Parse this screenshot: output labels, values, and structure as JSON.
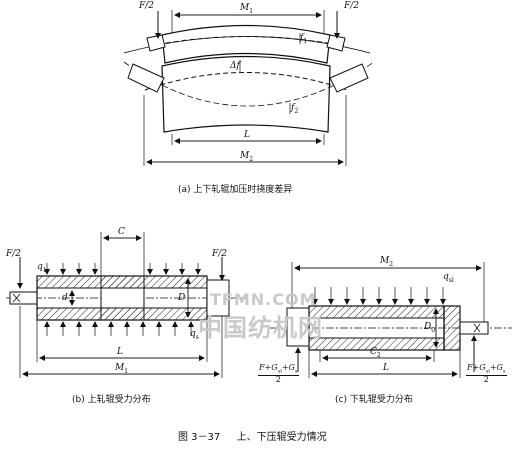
{
  "figure": {
    "number": "图 3－37",
    "title": "上、下压辊受力情况"
  },
  "panel_a": {
    "caption": "(a) 上下轧辊加压时挠度差异",
    "labels": {
      "force_left": "F/2",
      "force_right": "F/2",
      "m1": "M",
      "m1_sub": "1",
      "l": "L",
      "m2": "M",
      "m2_sub": "2",
      "f1": "f",
      "f1_sub": "1",
      "delta_f": "Δf",
      "f2": "f",
      "f2_sub": "2"
    }
  },
  "panel_b": {
    "caption": "(b) 上轧辊受力分布",
    "labels": {
      "force_left": "F/2",
      "force_right": "F/2",
      "q1": "q",
      "q1_sub": "1",
      "qs": "q",
      "qs_sub": "s",
      "c": "C",
      "d": "d",
      "D": "D",
      "l": "L",
      "m1": "M",
      "m1_sub": "1"
    }
  },
  "panel_c": {
    "caption": "(c) 下轧辊受力分布",
    "labels": {
      "m2": "M",
      "m2_sub": "2",
      "qsl": "q",
      "qsl_sub": "sl",
      "d0": "D",
      "d0_sub": "0",
      "c2": "C",
      "c2_sub": "2",
      "l": "L",
      "frac_left_num": "F+G",
      "frac_left_num_sub1": "sl",
      "frac_left_num_mid": "+G",
      "frac_left_num_sub2": "s",
      "frac_left_den": "2",
      "frac_right_num": "F+G",
      "frac_right_num_sub1": "sl",
      "frac_right_num_mid": "+G",
      "frac_right_num_sub2": "s",
      "frac_right_den": "2"
    }
  },
  "watermark": {
    "line1": "TFMN.COM",
    "line2": "中国纺机网"
  }
}
